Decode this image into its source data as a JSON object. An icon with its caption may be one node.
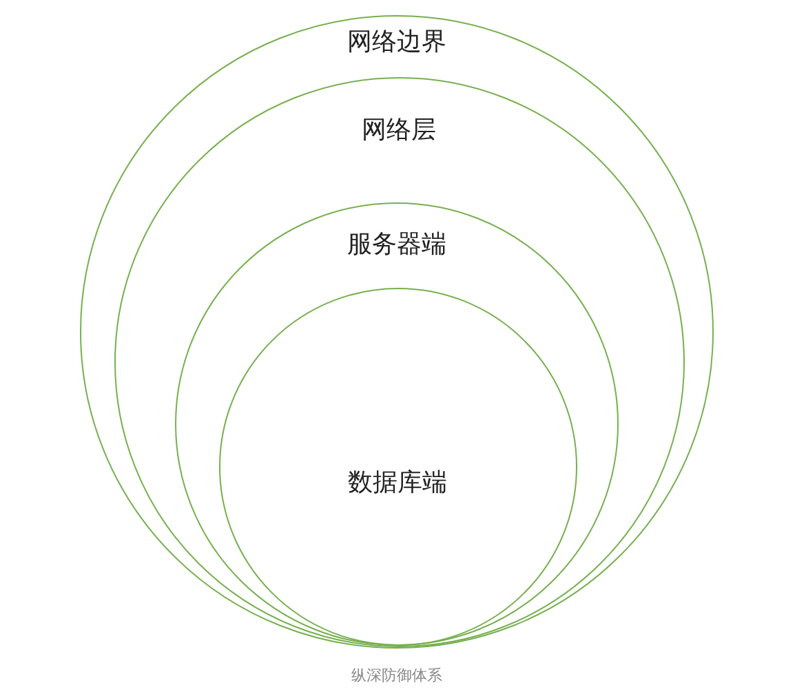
{
  "diagram": {
    "caption": "纵深防御体系",
    "nodes": [
      {
        "text": [
          "网络边界"
        ]
      },
      {
        "text": [
          "网络层"
        ],
        "in": 0
      },
      {
        "text": [
          "服务器端"
        ],
        "in": 1
      },
      {
        "text": [
          "数据库端"
        ],
        "in": 2
      }
    ]
  }
}
